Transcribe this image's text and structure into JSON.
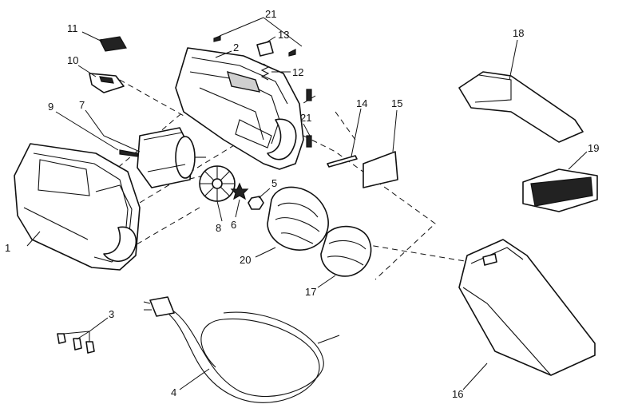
{
  "callouts": [
    {
      "id": "c1",
      "text": "1"
    },
    {
      "id": "c2",
      "text": "2"
    },
    {
      "id": "c3",
      "text": "3"
    },
    {
      "id": "c4",
      "text": "4"
    },
    {
      "id": "c5",
      "text": "5"
    },
    {
      "id": "c6",
      "text": "6"
    },
    {
      "id": "c7",
      "text": "7"
    },
    {
      "id": "c8",
      "text": "8"
    },
    {
      "id": "c9",
      "text": "9"
    },
    {
      "id": "c10",
      "text": "10"
    },
    {
      "id": "c11",
      "text": "11"
    },
    {
      "id": "c12",
      "text": "12"
    },
    {
      "id": "c13",
      "text": "13"
    },
    {
      "id": "c14",
      "text": "14"
    },
    {
      "id": "c15",
      "text": "15"
    },
    {
      "id": "c16",
      "text": "16"
    },
    {
      "id": "c17",
      "text": "17"
    },
    {
      "id": "c18",
      "text": "18"
    },
    {
      "id": "c19",
      "text": "19"
    },
    {
      "id": "c20",
      "text": "20"
    },
    {
      "id": "c21a",
      "text": "21"
    },
    {
      "id": "c21b",
      "text": "21"
    }
  ]
}
